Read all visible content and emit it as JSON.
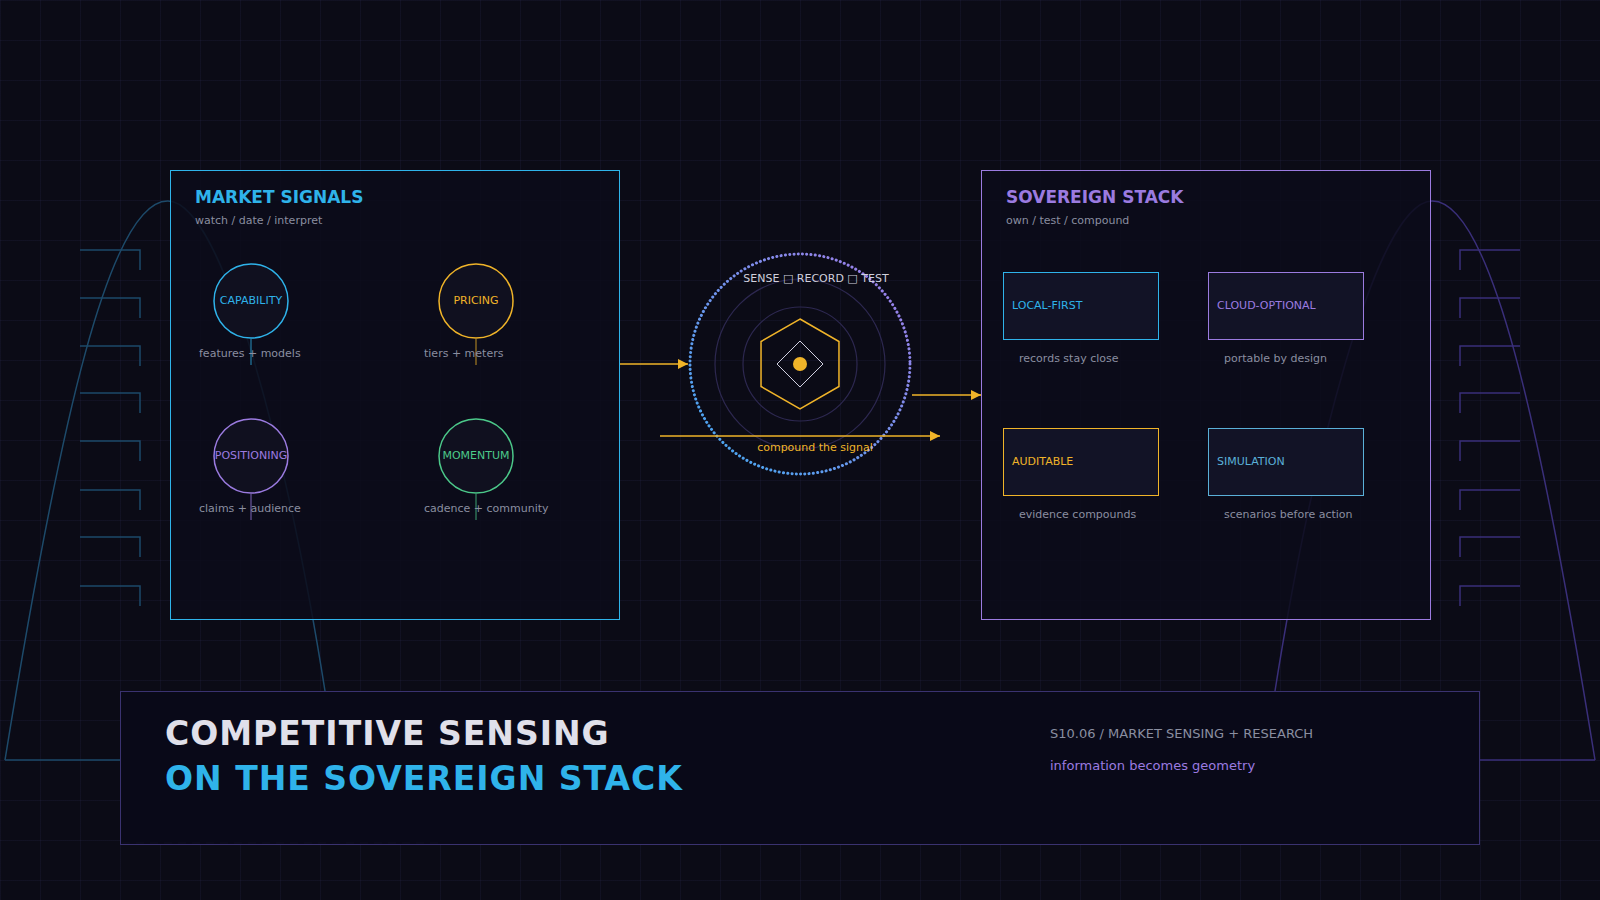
{
  "diagram": {
    "nodes": [
      {
        "text": [
          "MARKET SIGNALS",
          "watch / date / interpret"
        ]
      },
      {
        "text": [
          "CAPABILITY",
          "features + models"
        ],
        "in": 0
      },
      {
        "text": [
          "PRICING",
          "tiers + meters"
        ],
        "in": 0
      },
      {
        "text": [
          "POSITIONING",
          "claims + audience"
        ],
        "in": 0
      },
      {
        "text": [
          "MOMENTUM",
          "cadence + community"
        ],
        "in": 0
      },
      {
        "text": [
          "SENSE □ RECORD □ TEST",
          "compound the signal"
        ]
      },
      {
        "text": [
          "SOVEREIGN STACK",
          "own / test / compound"
        ]
      },
      {
        "text": [
          "LOCAL-FIRST",
          "records stay close"
        ],
        "in": 6
      },
      {
        "text": [
          "CLOUD-OPTIONAL",
          "portable by design"
        ],
        "in": 6
      },
      {
        "text": [
          "AUDITABLE",
          "evidence compounds"
        ],
        "in": 6
      },
      {
        "text": [
          "SIMULATION",
          "scenarios before action"
        ],
        "in": 6
      },
      {
        "text": [
          "COMPETITIVE SENSING",
          "ON THE SOVEREIGN STACK",
          "S10.06  /  MARKET SENSING + RESEARCH",
          "information becomes geometry"
        ]
      }
    ],
    "edges": [
      {
        "from": 0,
        "to": 5,
        "arrow": "to"
      },
      {
        "from": 5,
        "to": 6,
        "arrow": "to"
      }
    ]
  }
}
